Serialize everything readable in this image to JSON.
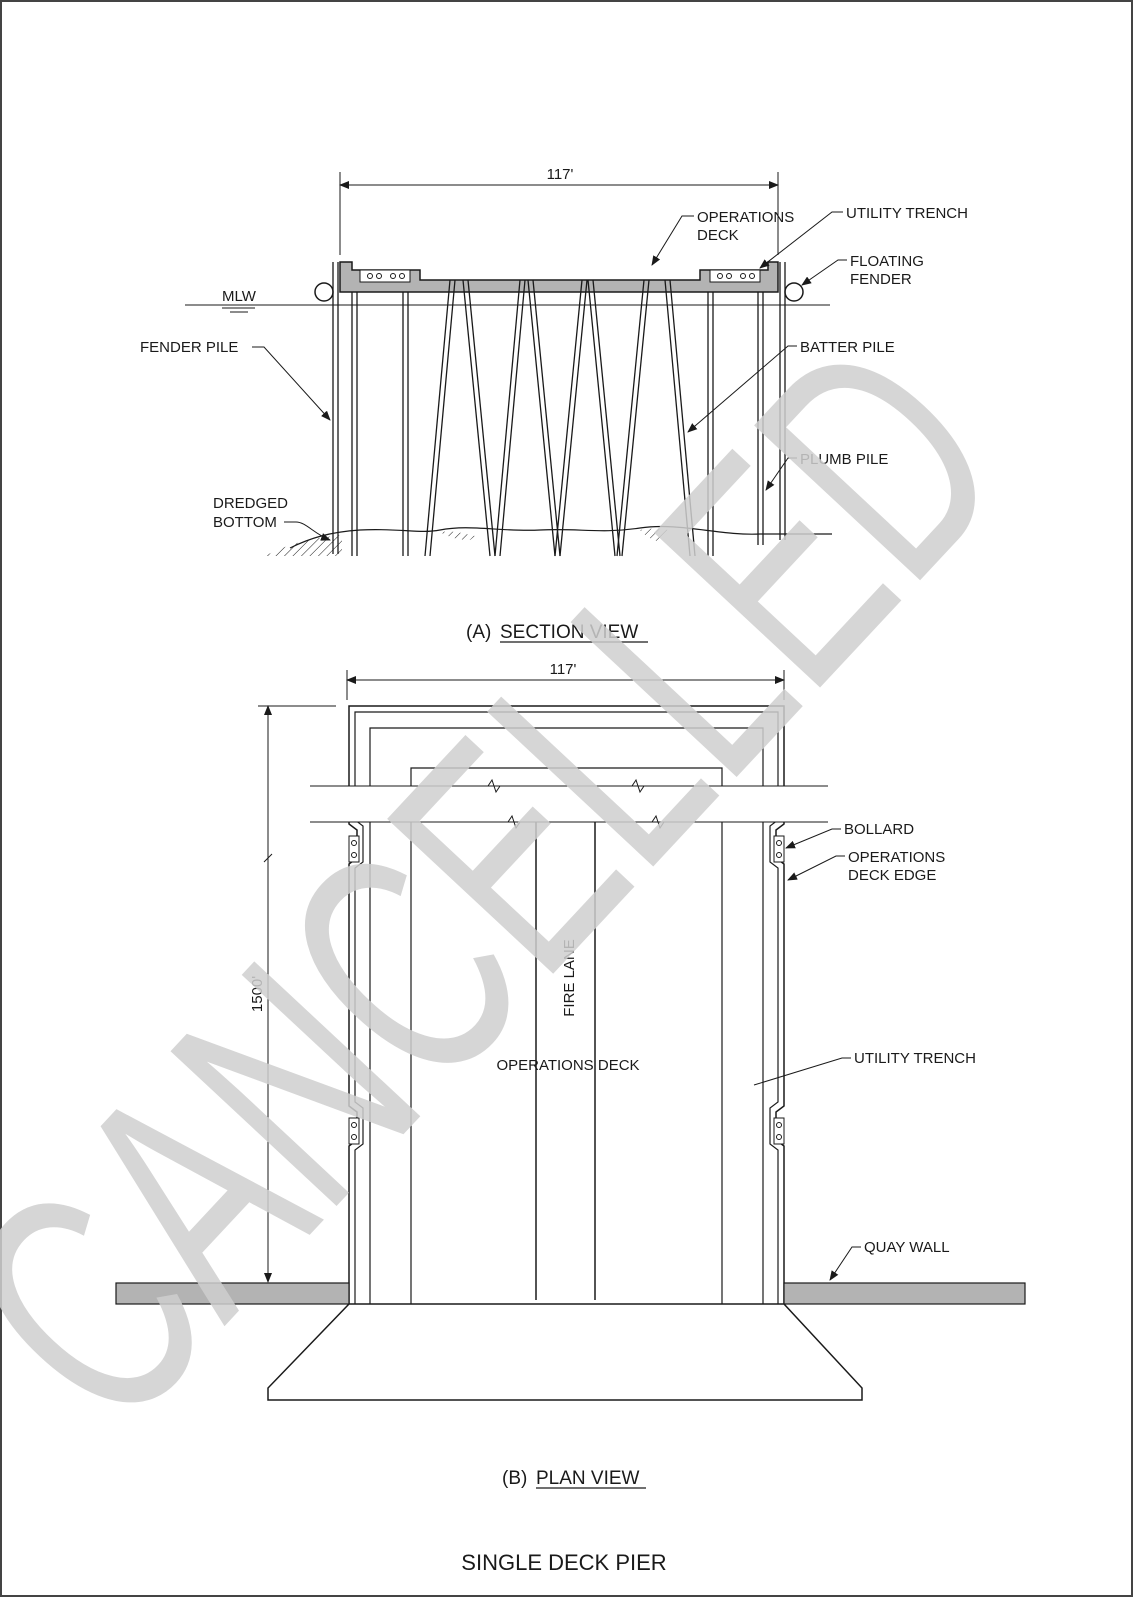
{
  "watermark": "CANCELLED",
  "sheet_title": "SINGLE DECK PIER",
  "section_view": {
    "title_prefix": "(A)",
    "title": "SECTION VIEW",
    "dimension": "117'",
    "labels": {
      "operations_deck_1": "OPERATIONS",
      "operations_deck_2": "DECK",
      "utility_trench": "UTILITY TRENCH",
      "floating_fender_1": "FLOATING",
      "floating_fender_2": "FENDER",
      "mlw": "MLW",
      "fender_pile": "FENDER PILE",
      "batter_pile": "BATTER PILE",
      "plumb_pile": "PLUMB PILE",
      "dredged_bottom_1": "DREDGED",
      "dredged_bottom_2": "BOTTOM"
    }
  },
  "plan_view": {
    "title_prefix": "(B)",
    "title": "PLAN VIEW",
    "width_dimension": "117'",
    "length_dimension": "1500'",
    "labels": {
      "bollard": "BOLLARD",
      "operations_deck_edge_1": "OPERATIONS",
      "operations_deck_edge_2": "DECK EDGE",
      "fire_lane": "FIRE LANE",
      "operations_deck": "OPERATIONS DECK",
      "utility_trench": "UTILITY TRENCH",
      "quay_wall": "QUAY WALL"
    }
  },
  "colors": {
    "line": "#1a1a1a",
    "deck_fill": "#b3b3b3",
    "watermark": "#cfcfcf"
  }
}
